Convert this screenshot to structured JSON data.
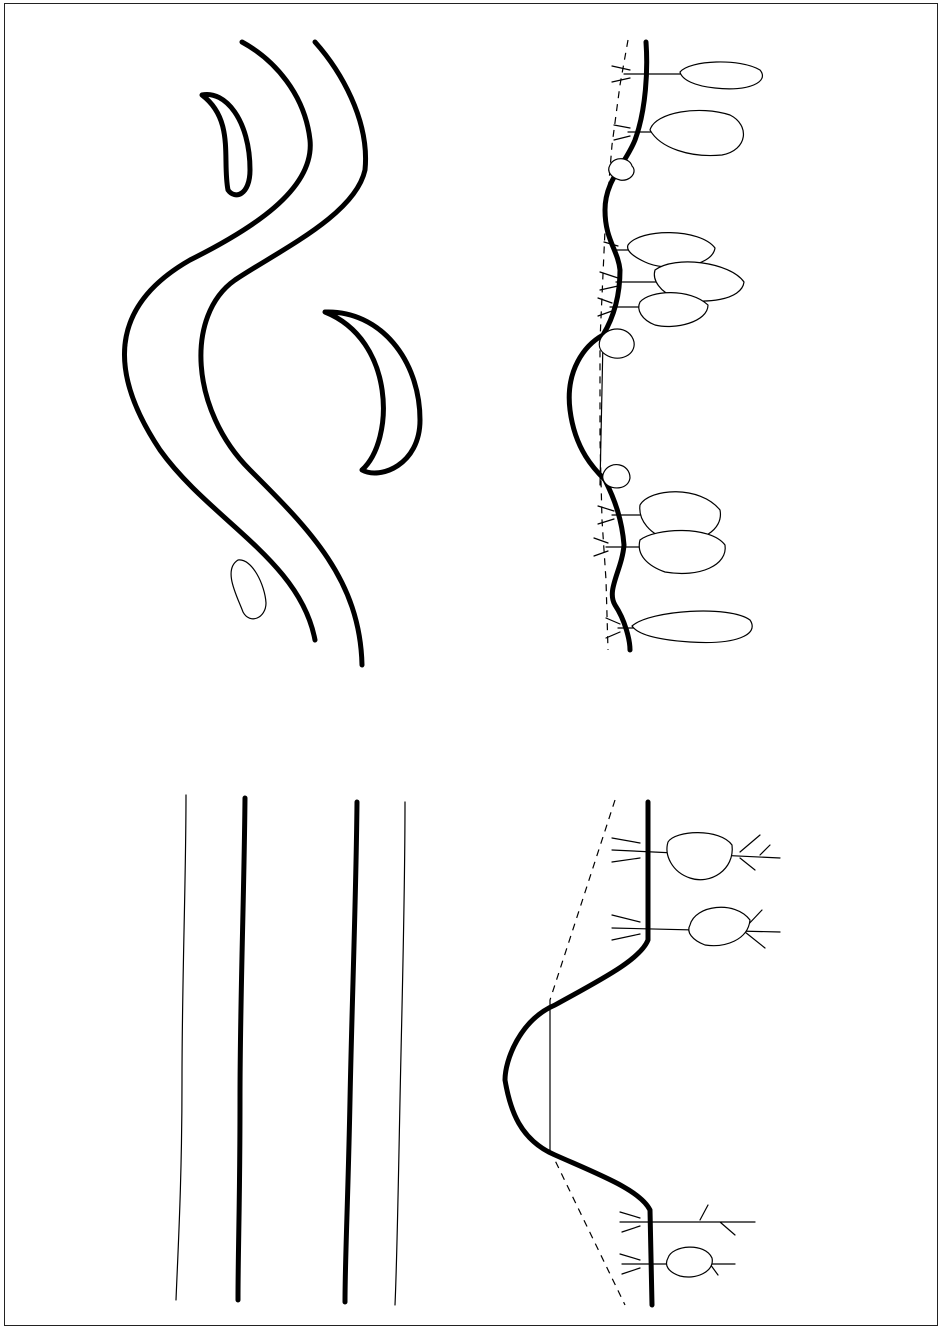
{
  "figure": {
    "panels": [
      {
        "id": "meandering-river-plan",
        "kind": "plan-view"
      },
      {
        "id": "meandering-river-section",
        "kind": "cross-section"
      },
      {
        "id": "channelized-river-plan",
        "kind": "plan-view"
      },
      {
        "id": "channelized-river-section",
        "kind": "cross-section"
      }
    ],
    "colors": {
      "ink": "#000000",
      "paper": "#ffffff"
    }
  }
}
